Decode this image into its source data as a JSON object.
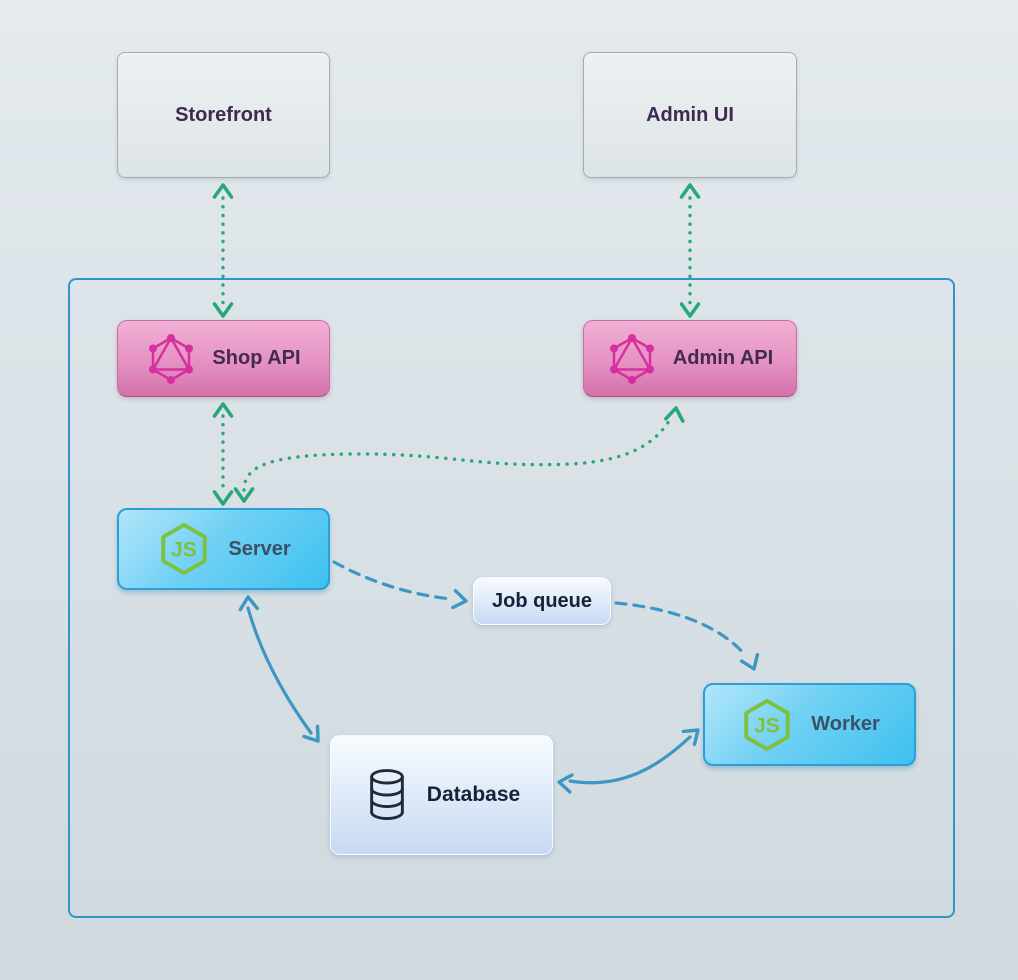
{
  "diagram": {
    "type": "architecture",
    "nodes": {
      "storefront": {
        "label": "Storefront",
        "kind": "external"
      },
      "admin_ui": {
        "label": "Admin UI",
        "kind": "external"
      },
      "shop_api": {
        "label": "Shop API",
        "kind": "graphql-api",
        "icon": "graphql-icon"
      },
      "admin_api": {
        "label": "Admin API",
        "kind": "graphql-api",
        "icon": "graphql-icon"
      },
      "server": {
        "label": "Server",
        "kind": "nodejs-service",
        "icon": "nodejs-icon"
      },
      "job_queue": {
        "label": "Job queue",
        "kind": "queue"
      },
      "worker": {
        "label": "Worker",
        "kind": "nodejs-service",
        "icon": "nodejs-icon"
      },
      "database": {
        "label": "Database",
        "kind": "datastore",
        "icon": "database-icon"
      }
    },
    "edges": [
      {
        "from": "Storefront",
        "to": "Shop API",
        "style": "dotted",
        "color": "green",
        "direction": "both"
      },
      {
        "from": "Admin UI",
        "to": "Admin API",
        "style": "dotted",
        "color": "green",
        "direction": "both"
      },
      {
        "from": "Shop API",
        "to": "Server",
        "style": "dotted",
        "color": "green",
        "direction": "both"
      },
      {
        "from": "Server",
        "to": "Admin API",
        "style": "dotted",
        "color": "green",
        "direction": "both"
      },
      {
        "from": "Server",
        "to": "Job queue",
        "style": "dashed",
        "color": "blue",
        "direction": "forward"
      },
      {
        "from": "Job queue",
        "to": "Worker",
        "style": "dashed",
        "color": "blue",
        "direction": "forward"
      },
      {
        "from": "Server",
        "to": "Database",
        "style": "solid",
        "color": "blue",
        "direction": "both"
      },
      {
        "from": "Database",
        "to": "Worker",
        "style": "solid",
        "color": "blue",
        "direction": "both"
      }
    ],
    "colors": {
      "green_arrow": "#28a878",
      "blue_arrow": "#3d97c2",
      "container_border": "#2f97c7",
      "graphql_pink": "#d6309e",
      "nodejs_green": "#7ec13f",
      "pink_node_top": "#f2b0d5",
      "pink_node_bottom": "#d471ab",
      "blue_node": "#3ec1f0",
      "light_node_bottom": "#c6d9f3",
      "external_node": "#e4e9ec",
      "label_plum": "#3e2a4e",
      "label_slate": "#3d5166",
      "label_navy": "#152239"
    }
  }
}
